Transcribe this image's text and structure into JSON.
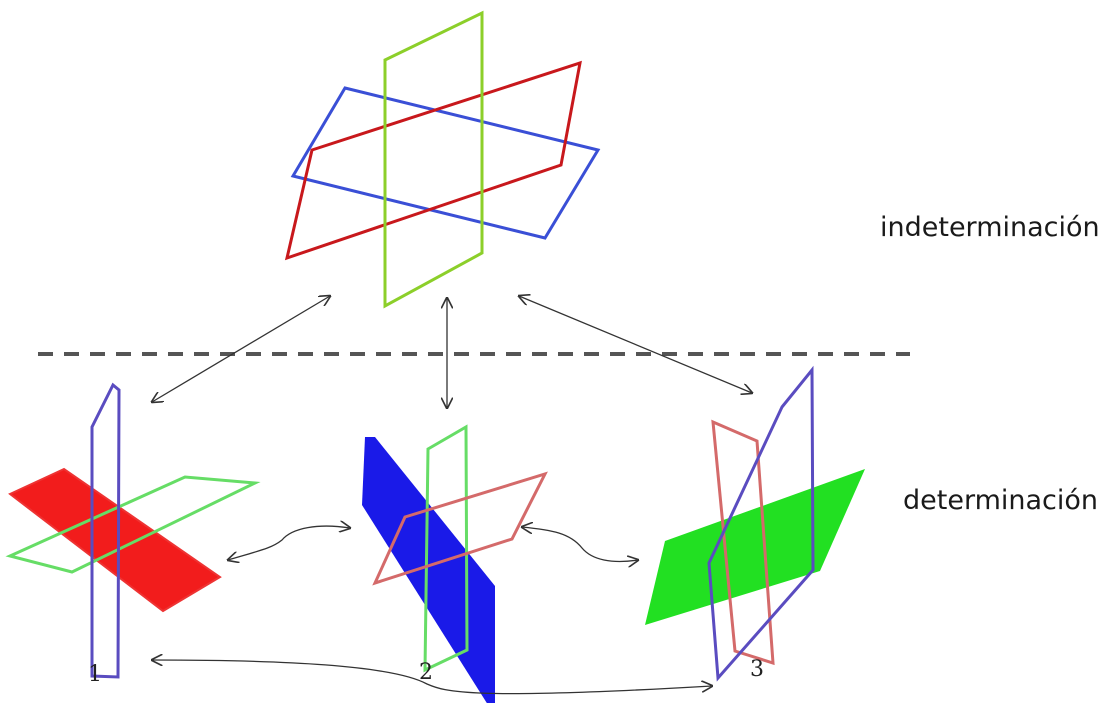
{
  "labels": {
    "indeterminate": "indeterminación",
    "determinate": "determinación"
  },
  "cases": [
    {
      "number": "1"
    },
    {
      "number": "2"
    },
    {
      "number": "3"
    }
  ],
  "colors": {
    "red": "#c8181c",
    "red_fill": "#f21c1c",
    "blue": "#3a4fd6",
    "blue_fill": "#1a1ae8",
    "green": "#8ccf2a",
    "green_fill": "#22e022",
    "pink_outline": "#d46a6a",
    "light_green_outline": "#66dd66",
    "purple_outline": "#5a4cc0",
    "arrow": "#333333",
    "divider": "#555555"
  }
}
